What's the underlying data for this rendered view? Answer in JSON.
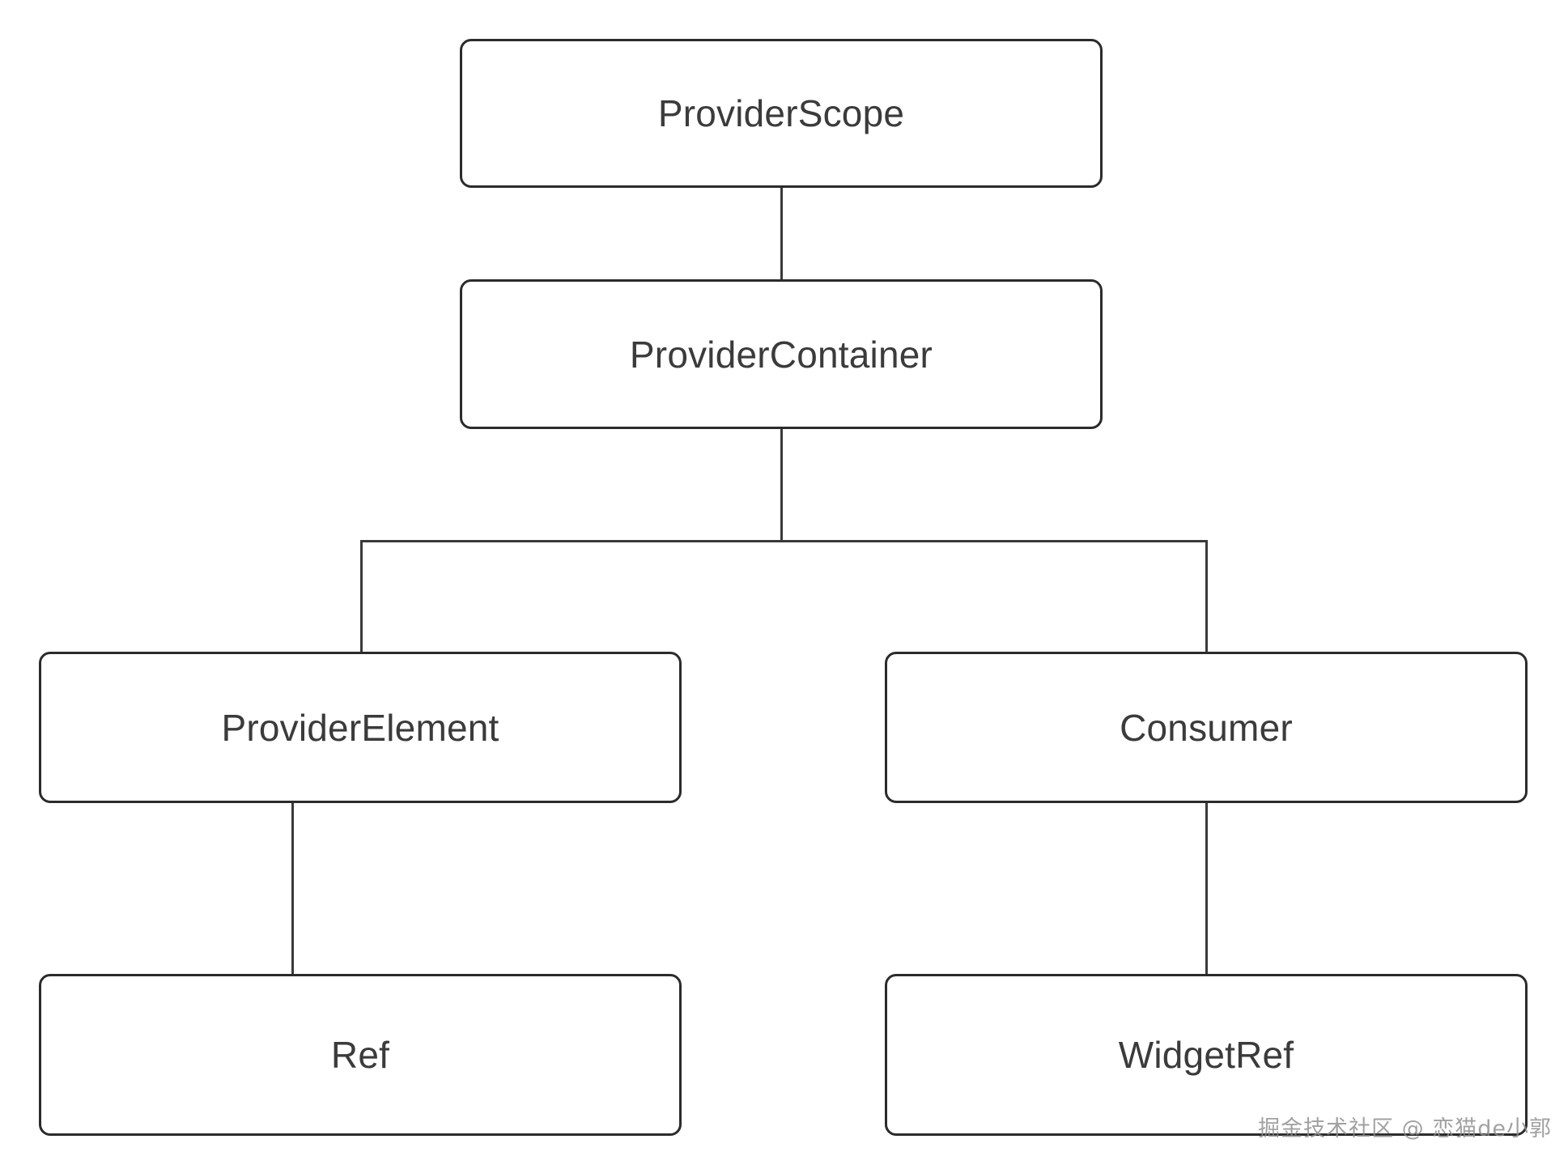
{
  "diagram": {
    "type": "tree",
    "background_color": "#ffffff",
    "node_border_color": "#2b2b2b",
    "node_text_color": "#3b3b3b",
    "edge_color": "#3a3a3a",
    "nodes": [
      {
        "id": "provider-scope",
        "label": "ProviderScope"
      },
      {
        "id": "provider-container",
        "label": "ProviderContainer"
      },
      {
        "id": "provider-element",
        "label": "ProviderElement"
      },
      {
        "id": "consumer",
        "label": "Consumer"
      },
      {
        "id": "ref",
        "label": "Ref"
      },
      {
        "id": "widget-ref",
        "label": "WidgetRef"
      }
    ],
    "edges": [
      {
        "from": "provider-scope",
        "to": "provider-container"
      },
      {
        "from": "provider-container",
        "to": "provider-element"
      },
      {
        "from": "provider-container",
        "to": "consumer"
      },
      {
        "from": "provider-element",
        "to": "ref"
      },
      {
        "from": "consumer",
        "to": "widget-ref"
      }
    ]
  },
  "watermark": {
    "text": "掘金技术社区 @ 恋猫de小郭",
    "color": "#8d8d8d"
  }
}
